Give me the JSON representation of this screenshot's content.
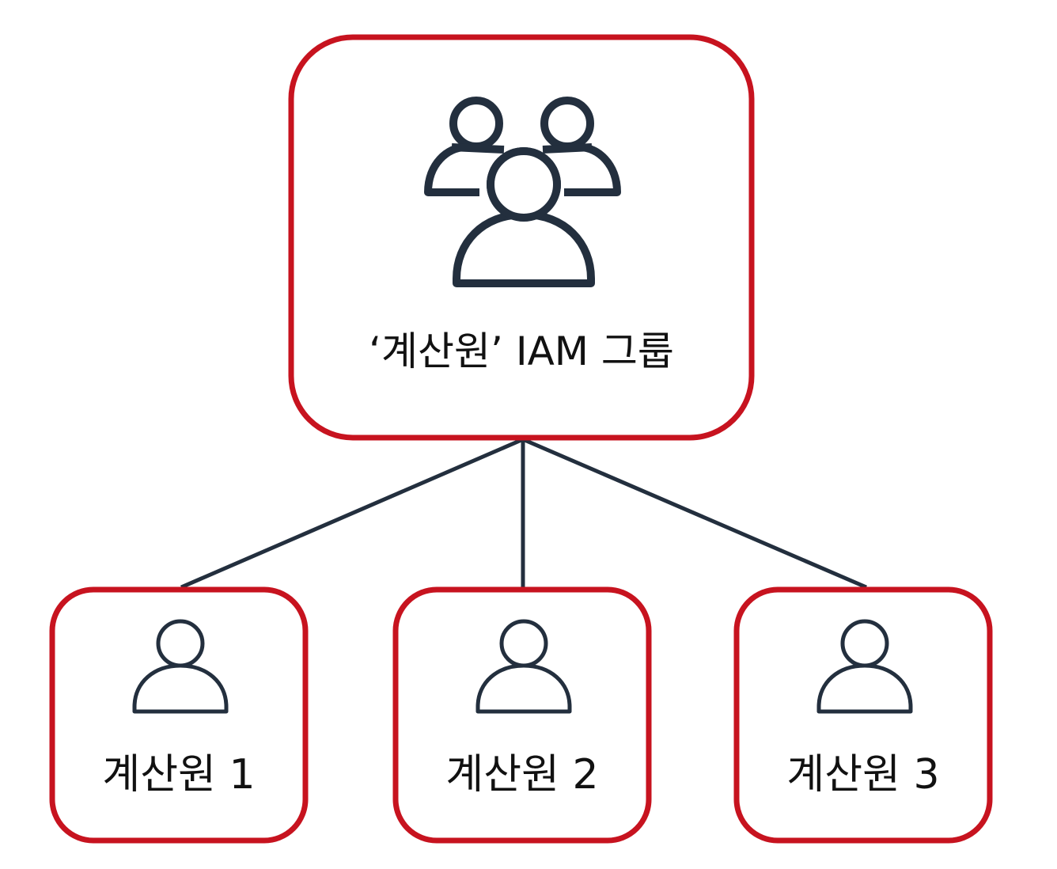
{
  "diagram": {
    "group": {
      "label": "‘계산원’ IAM 그룹",
      "icon": "users-group-icon"
    },
    "users": [
      {
        "label": "계산원 1",
        "icon": "user-icon"
      },
      {
        "label": "계산원 2",
        "icon": "user-icon"
      },
      {
        "label": "계산원 3",
        "icon": "user-icon"
      }
    ],
    "colors": {
      "box_border": "#C7131F",
      "connector": "#232F3E",
      "icon_stroke": "#232F3E",
      "text": "#111111",
      "background": "#FFFFFF"
    }
  }
}
